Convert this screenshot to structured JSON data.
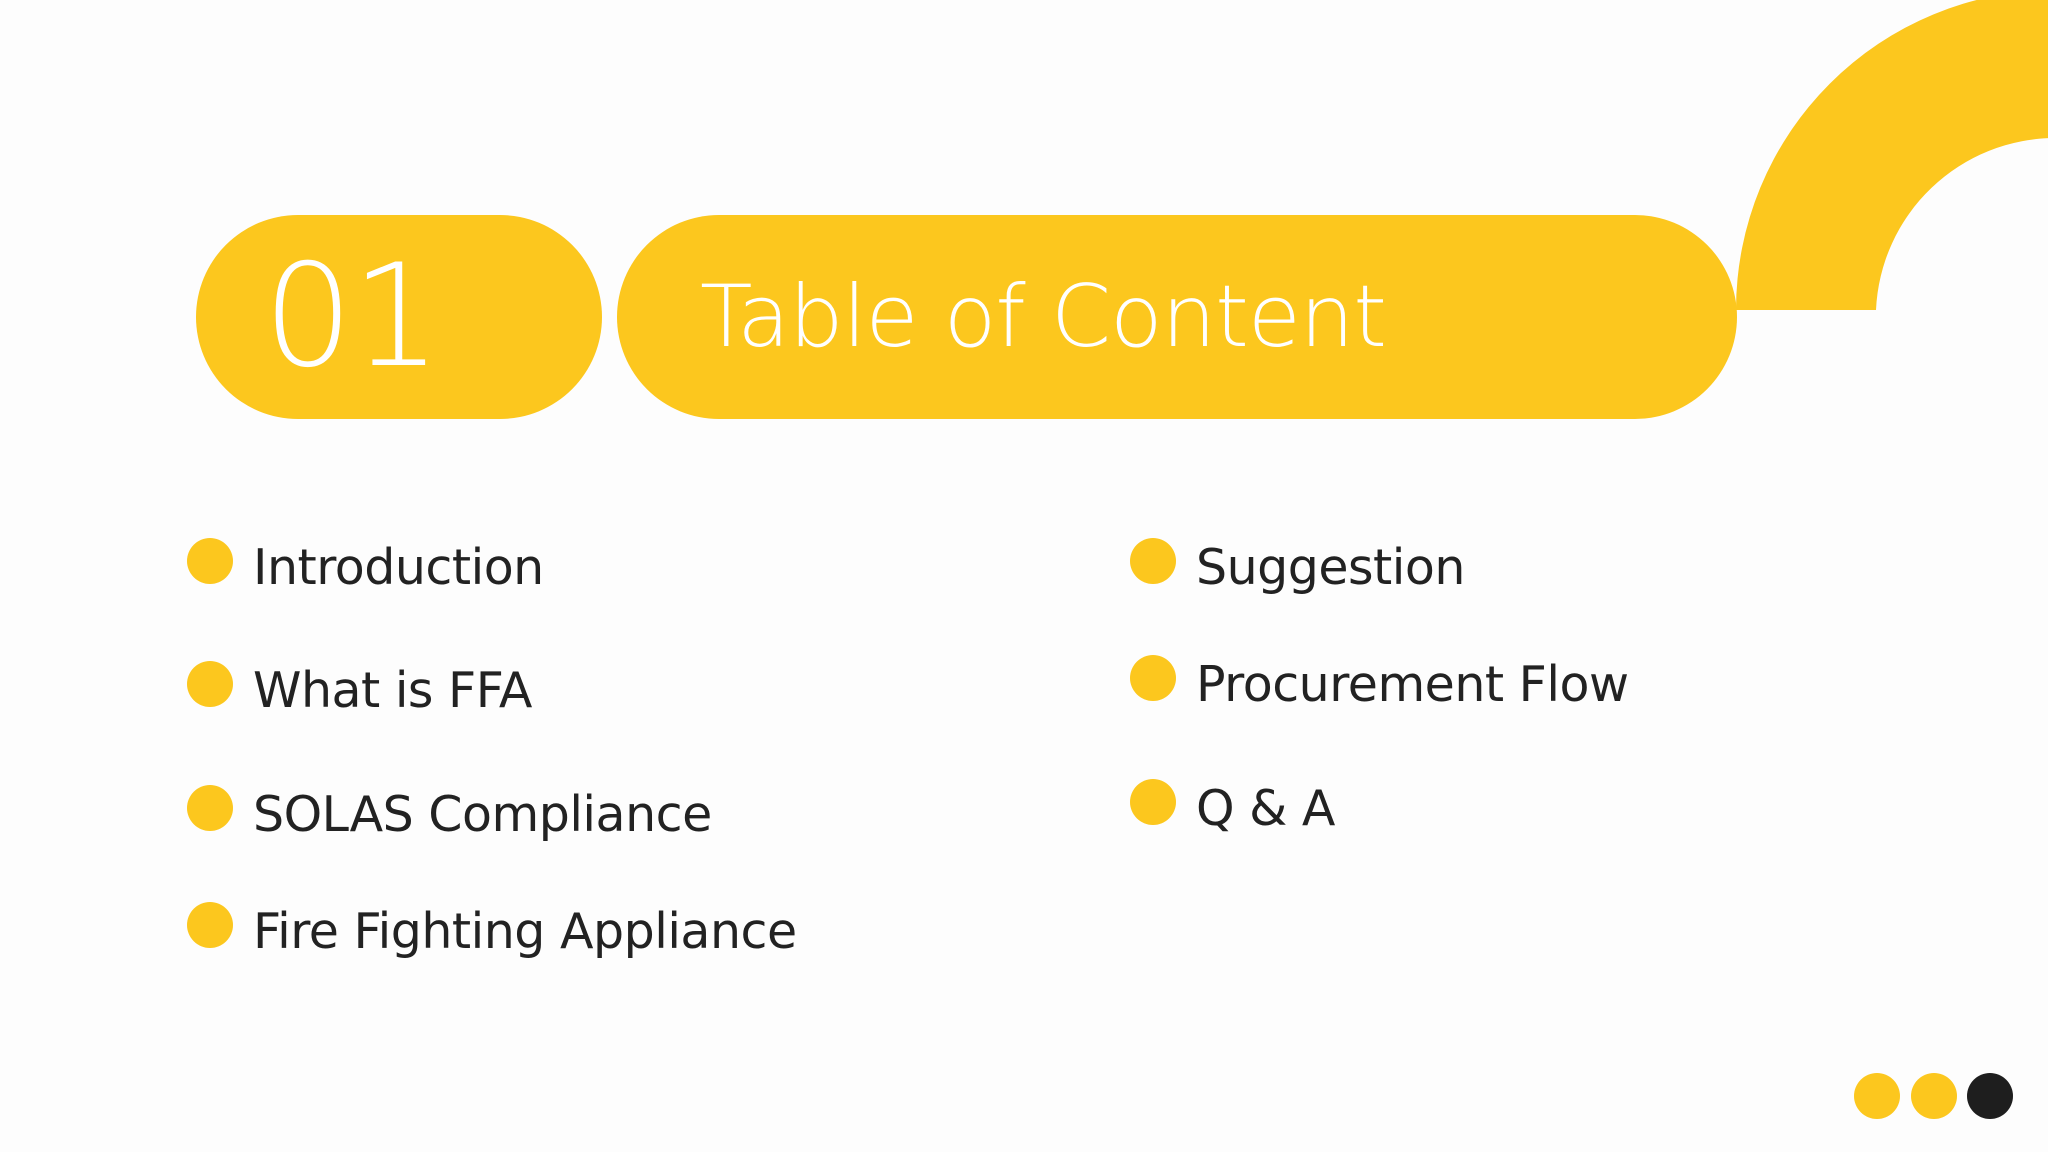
{
  "theme": {
    "accent": "#fcc71e",
    "dark": "#1e1e1e",
    "background": "#fdfdfd"
  },
  "header": {
    "number": "01",
    "title": "Table of Content"
  },
  "toc": {
    "left": [
      {
        "label": "Introduction"
      },
      {
        "label": "What is FFA"
      },
      {
        "label": "SOLAS Compliance"
      },
      {
        "label": "Fire Fighting Appliance"
      }
    ],
    "right": [
      {
        "label": "Suggestion"
      },
      {
        "label": "Procurement Flow"
      },
      {
        "label": "Q & A"
      }
    ]
  },
  "icons": {
    "corner_arc": "quarter-arc-shape",
    "bullet": "circle-bullet",
    "pager": "three-dots-indicator"
  }
}
